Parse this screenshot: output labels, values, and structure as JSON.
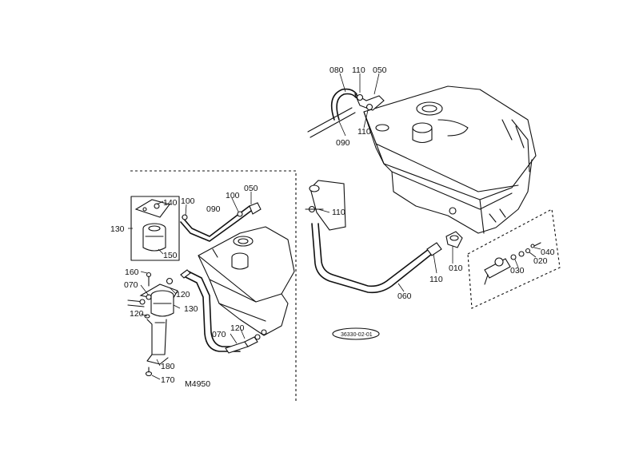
{
  "diagram": {
    "callouts": {
      "c010": "010",
      "c020": "020",
      "c030": "030",
      "c040": "040",
      "c050_top": "050",
      "c050_left": "050",
      "c060": "060",
      "c070_top": "070",
      "c070_bottom": "070",
      "c080": "080",
      "c090_top": "090",
      "c090_left": "090",
      "c100_a": "100",
      "c100_b": "100",
      "c110_top": "110",
      "c110_mid": "110",
      "c110_tank": "110",
      "c110_lower": "110",
      "c120_a": "120",
      "c120_b": "120",
      "c120_c": "120",
      "c130_left": "130",
      "c130_filter": "130",
      "c140": "140",
      "c150": "150",
      "c160": "160",
      "c170": "170",
      "c180": "180"
    },
    "model_code": "M4950",
    "drawing_number": "36330-02-01"
  }
}
